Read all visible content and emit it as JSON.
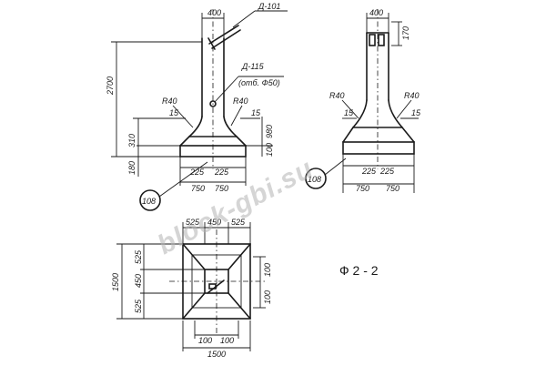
{
  "elevation_left": {
    "top_width": "400",
    "callout_top": "Д-101",
    "callout_mid_1": "Д-115",
    "callout_mid_2": "(отб. Ф50)",
    "radius_left": "R40",
    "radius_right": "R40",
    "slope_left": "15",
    "slope_right": "15",
    "height_total": "2700",
    "height_310": "310",
    "height_180": "180",
    "height_980": "980",
    "height_100": "100",
    "dim_225_left": "225",
    "dim_225_right": "225",
    "dim_750_left": "750",
    "dim_750_right": "750",
    "mark": "108"
  },
  "elevation_right": {
    "top_width": "400",
    "dim_170": "170",
    "radius_left": "R40",
    "radius_right": "R40",
    "slope_left": "15",
    "slope_right": "15",
    "dim_225_left": "225",
    "dim_225_right": "225",
    "dim_750_left": "750",
    "dim_750_right": "750",
    "mark": "108"
  },
  "plan": {
    "top_525_left": "525",
    "top_450": "450",
    "top_525_right": "525",
    "side_525_top": "525",
    "side_450": "450",
    "side_525_bottom": "525",
    "side_total": "1500",
    "right_100_top": "100",
    "right_100_bottom": "100",
    "bottom_100_left": "100",
    "bottom_100_right": "100",
    "bottom_total": "1500"
  },
  "label": "Ф 2 - 2",
  "watermark": "block-gbi.su"
}
